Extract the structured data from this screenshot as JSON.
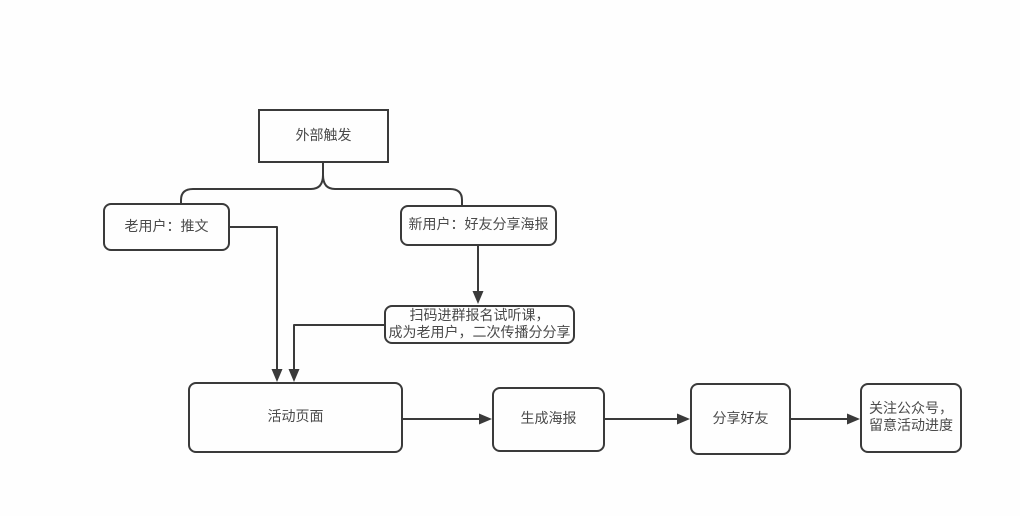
{
  "diagram": {
    "nodes": {
      "trigger": {
        "label": "外部触发"
      },
      "old_user": {
        "label": "老用户：推文"
      },
      "new_user": {
        "label": "新用户：好友分享海报"
      },
      "scan": {
        "label": "扫码进群报名试听课，\n成为老用户，二次传播分分享"
      },
      "activity": {
        "label": "活动页面"
      },
      "poster": {
        "label": "生成海报"
      },
      "share": {
        "label": "分享好友"
      },
      "follow": {
        "label": "关注公众号，\n留意活动进度"
      }
    },
    "edges": [
      {
        "from": "trigger",
        "to": "old_user",
        "type": "brace"
      },
      {
        "from": "trigger",
        "to": "new_user",
        "type": "brace"
      },
      {
        "from": "new_user",
        "to": "scan",
        "type": "arrow"
      },
      {
        "from": "old_user",
        "to": "activity",
        "type": "arrow"
      },
      {
        "from": "scan",
        "to": "activity",
        "type": "arrow"
      },
      {
        "from": "activity",
        "to": "poster",
        "type": "arrow"
      },
      {
        "from": "poster",
        "to": "share",
        "type": "arrow"
      },
      {
        "from": "share",
        "to": "follow",
        "type": "arrow"
      }
    ],
    "colors": {
      "stroke": "#3a3a3a",
      "text": "#4a4a4a",
      "background": "#fefefe"
    }
  }
}
